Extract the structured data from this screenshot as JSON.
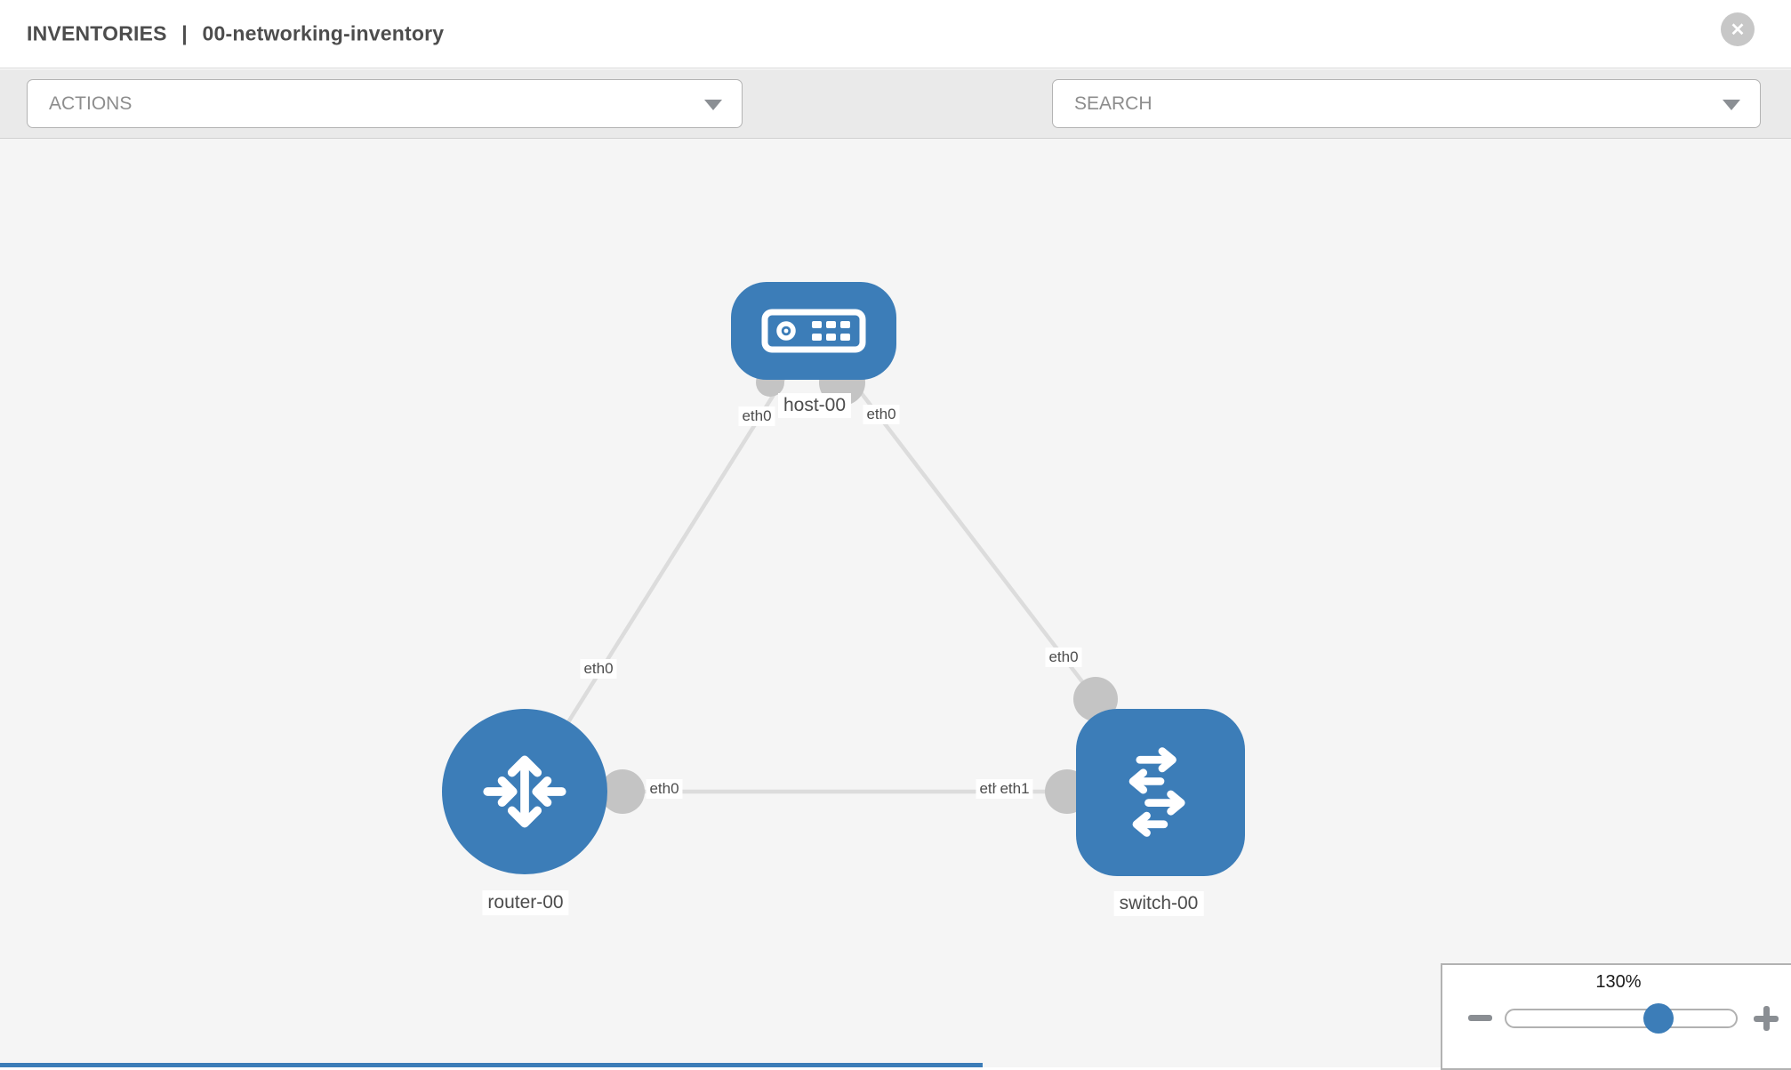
{
  "header": {
    "section": "INVENTORIES",
    "separator": "|",
    "item": "00-networking-inventory",
    "close_glyph": "✕",
    "close_icon": "x-circle-icon"
  },
  "toolbar": {
    "actions_label": "ACTIONS",
    "search_label": "SEARCH",
    "icons": [
      "wrench-icon",
      "key-icon"
    ],
    "dropdown_icon": "chevron-down-icon"
  },
  "diagram": {
    "nodes": [
      {
        "id": "host-00",
        "type": "host",
        "label": "host-00",
        "icon": "server-icon"
      },
      {
        "id": "router-00",
        "type": "router",
        "label": "router-00",
        "icon": "router-arrows-icon"
      },
      {
        "id": "switch-00",
        "type": "switch",
        "label": "switch-00",
        "icon": "switch-arrows-icon"
      }
    ],
    "links": [
      {
        "source": "host-00",
        "source_interface": "eth0",
        "target": "router-00",
        "target_interface": "eth0"
      },
      {
        "source": "host-00",
        "source_interface": "eth0",
        "target": "switch-00",
        "target_interface": "eth0"
      },
      {
        "source": "router-00",
        "source_interface": "eth0",
        "target": "switch-00",
        "target_interfaces": [
          "eth0",
          "eth1"
        ]
      }
    ],
    "colors": {
      "node_fill": "#3c7db8",
      "link_stroke": "#dcdcdc",
      "connector_fill": "#c4c4c4",
      "canvas_bg": "#f5f5f5"
    }
  },
  "zoom_control": {
    "level": "130%",
    "zoom_out_icon": "minus-icon",
    "zoom_in_icon": "plus-icon",
    "thumb_icon": "slider-handle"
  }
}
